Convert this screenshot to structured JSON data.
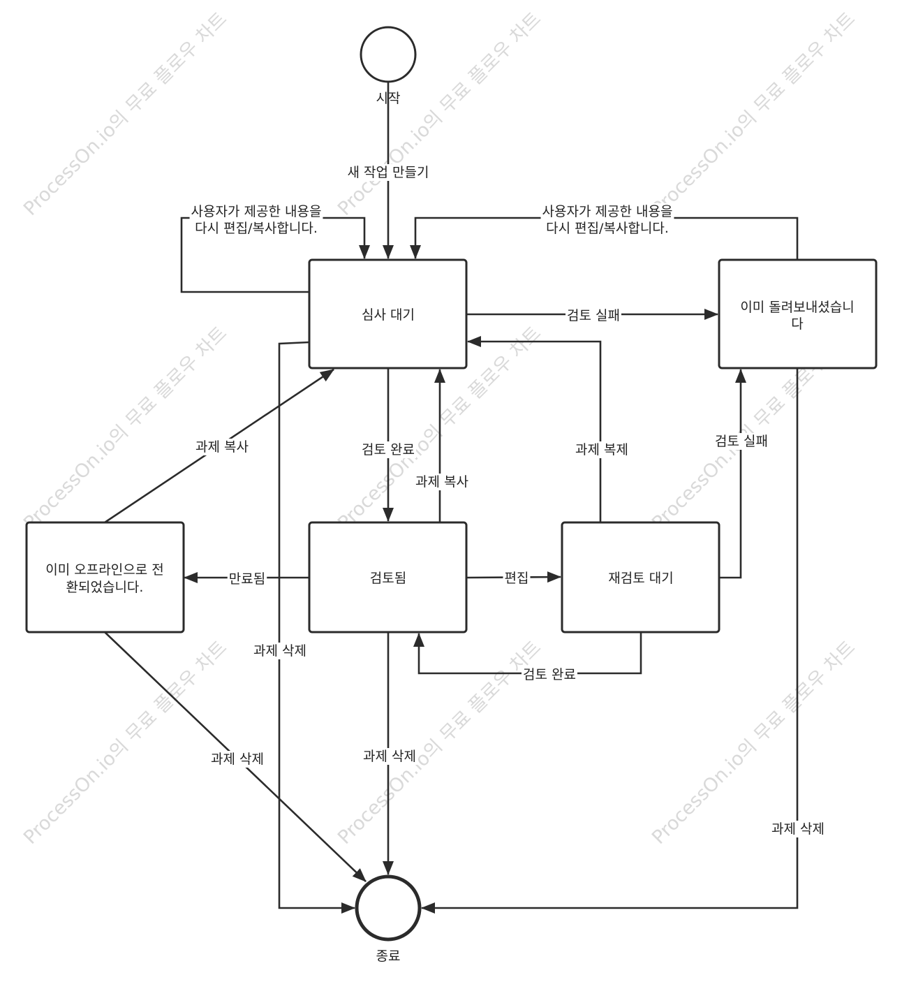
{
  "watermark": "ProcessOn.io의 무료 플로우 차트",
  "nodes": {
    "start": "시작",
    "end": "종료",
    "pending_review": "심사 대기",
    "reviewed": "검토됨",
    "pending_rereview": "재검토 대기",
    "returned": [
      "이미 돌려보내셨습니",
      "다"
    ],
    "offline": [
      "이미 오프라인으로 전",
      "환되었습니다."
    ]
  },
  "edges": {
    "create_task": "새 작업 만들기",
    "reedit_left": [
      "사용자가 제공한 내용을",
      "다시 편집/복사합니다."
    ],
    "reedit_right": [
      "사용자가 제공한 내용을",
      "다시 편집/복사합니다."
    ],
    "review_failed_top": "검토 실패",
    "review_complete_down": "검토 완료",
    "task_copy_up": "과제 복사",
    "task_duplicate": "과제 복제",
    "review_failed_side": "검토 실패",
    "task_copy_offline": "과제 복사",
    "expired": "만료됨",
    "edit": "편집",
    "review_complete_bottom": "검토 완료",
    "delete_left": "과제 삭제",
    "delete_offline": "과제 삭제",
    "delete_center": "과제 삭제",
    "delete_right": "과제 삭제"
  },
  "colors": {
    "stroke": "#2b2b2b",
    "watermark": "#d9d9d9"
  }
}
